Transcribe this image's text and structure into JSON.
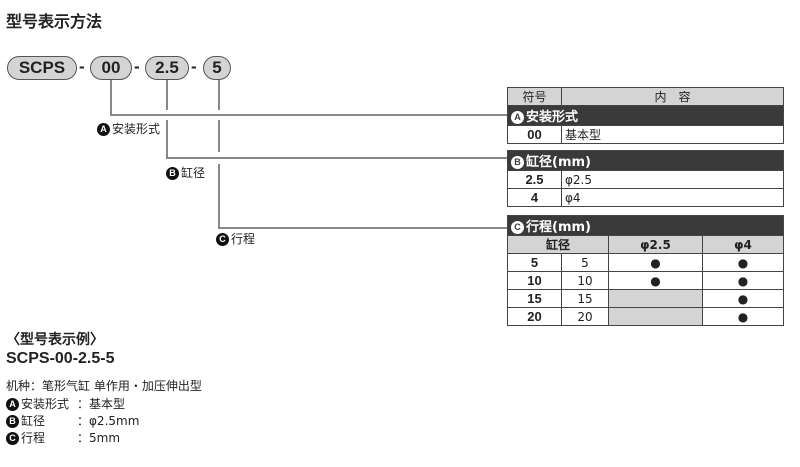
{
  "title": "型号表示方法",
  "model_parts": [
    "SCPS",
    "00",
    "2.5",
    "5"
  ],
  "separator": "-",
  "callouts": {
    "a": {
      "badge": "A",
      "label": "安装形式"
    },
    "b": {
      "badge": "B",
      "label": "缸径"
    },
    "c": {
      "badge": "C",
      "label": "行程"
    }
  },
  "table": {
    "headers": [
      "符号",
      "内　容"
    ],
    "section_a": {
      "badge": "A",
      "title": "安装形式",
      "rows": [
        {
          "code": "00",
          "desc": "基本型"
        }
      ]
    },
    "section_b": {
      "badge": "B",
      "title": "缸径(mm)",
      "rows": [
        {
          "code": "2.5",
          "desc": "φ2.5"
        },
        {
          "code": "4",
          "desc": "φ4"
        }
      ]
    },
    "section_c": {
      "badge": "C",
      "title": "行程(mm)",
      "header": [
        "缸径",
        "φ2.5",
        "φ4"
      ],
      "rows": [
        {
          "code": "5",
          "value": "5",
          "d25": "●",
          "d4": "●"
        },
        {
          "code": "10",
          "value": "10",
          "d25": "●",
          "d4": "●"
        },
        {
          "code": "15",
          "value": "15",
          "d25": "",
          "d4": "●"
        },
        {
          "code": "20",
          "value": "20",
          "d25": "",
          "d4": "●"
        }
      ]
    }
  },
  "example": {
    "heading": "〈型号表示例〉",
    "model": "SCPS-00-2.5-5",
    "type_line": "机种：笔形气缸  单作用・加压伸出型",
    "lines": [
      {
        "badge": "A",
        "label": "安装形式",
        "sep": "：",
        "value": "基本型"
      },
      {
        "badge": "B",
        "label": "缸径",
        "sep": "：",
        "value": "φ2.5mm"
      },
      {
        "badge": "C",
        "label": "行程",
        "sep": "：",
        "value": "5mm"
      }
    ]
  }
}
